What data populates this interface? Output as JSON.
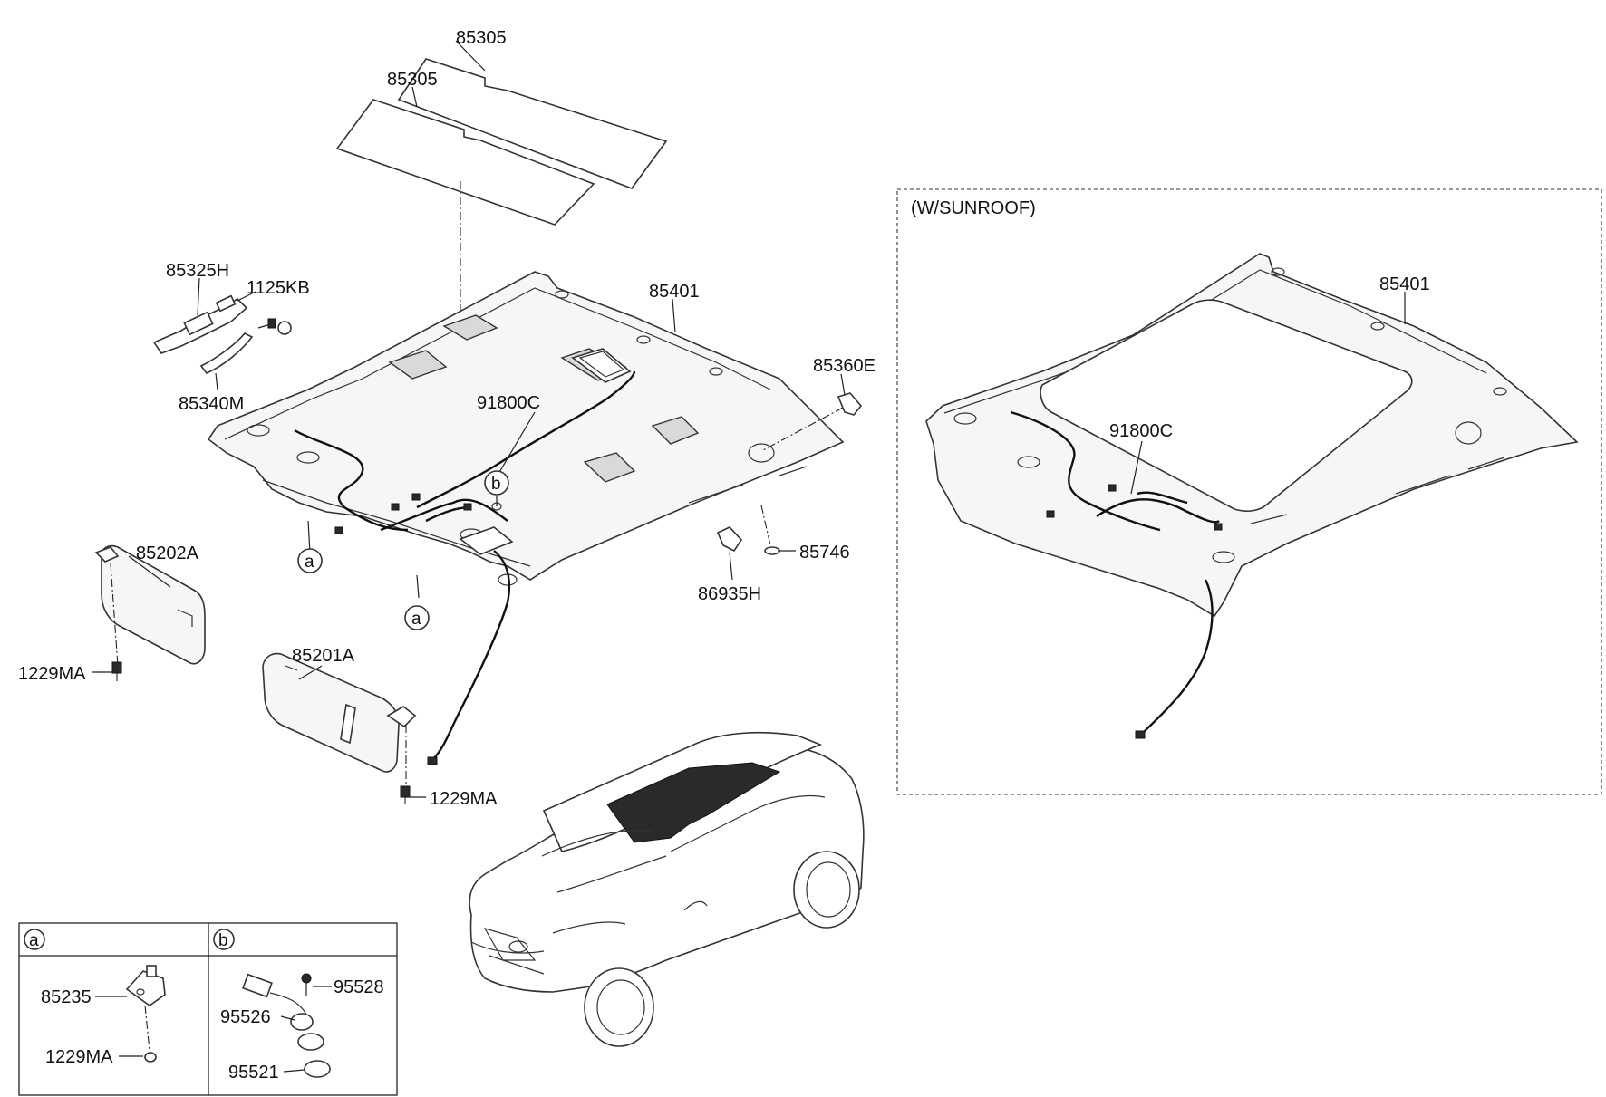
{
  "labels": {
    "p85305_top": "85305",
    "p85305_front": "85305",
    "p85325H": "85325H",
    "p1125KB": "1125KB",
    "p85340M": "85340M",
    "p85401_main": "85401",
    "p85360E": "85360E",
    "p91800C_main": "91800C",
    "p85202A": "85202A",
    "p85746": "85746",
    "p86935H": "86935H",
    "p1229MA_left": "1229MA",
    "p85201A": "85201A",
    "p1229MA_center": "1229MA",
    "p85401_sunroof": "85401",
    "p91800C_sunroof": "91800C",
    "p85235": "85235",
    "p1229MA_detail": "1229MA",
    "p95528": "95528",
    "p95526": "95526",
    "p95521": "95521"
  },
  "callouts": {
    "a1": "a",
    "a2": "a",
    "b1": "b",
    "detail_a": "a",
    "detail_b": "b"
  },
  "sunroof_box": {
    "title": "(W/SUNROOF)"
  }
}
